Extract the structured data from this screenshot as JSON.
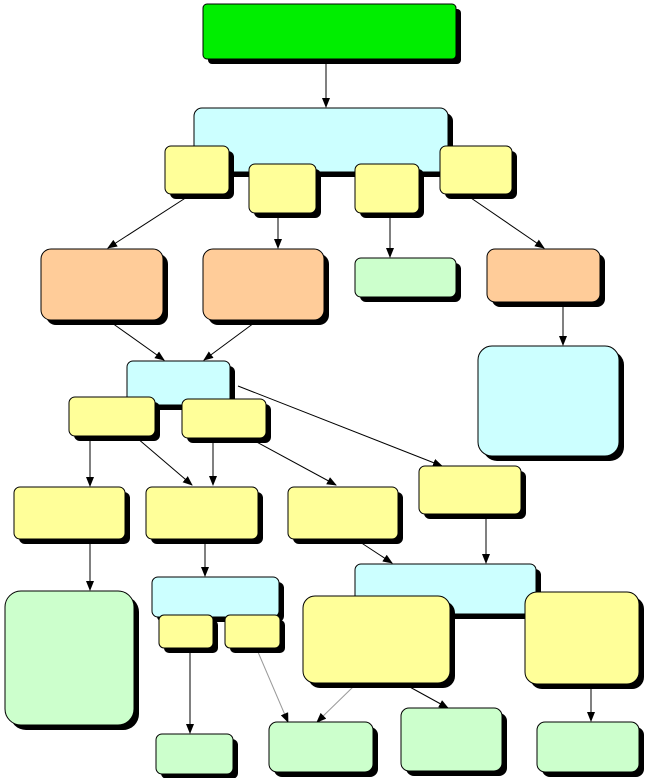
{
  "diagram": {
    "title": "",
    "colors": {
      "green": "#00ee00",
      "cyan": "#ccffff",
      "yellow": "#ffff99",
      "orange": "#ffcc99",
      "lightgreen": "#ccffcc",
      "border": "#000000",
      "shadow": "#000000",
      "connector": "#000000"
    },
    "nodes": [
      {
        "id": "root",
        "color": "green",
        "label": ""
      },
      {
        "id": "hub-1",
        "color": "cyan",
        "label": ""
      },
      {
        "id": "hub-1-tab-1",
        "color": "yellow",
        "label": ""
      },
      {
        "id": "hub-1-tab-2",
        "color": "yellow",
        "label": ""
      },
      {
        "id": "hub-1-tab-3",
        "color": "yellow",
        "label": ""
      },
      {
        "id": "hub-1-tab-4",
        "color": "yellow",
        "label": ""
      },
      {
        "id": "box-orange-1",
        "color": "orange",
        "label": ""
      },
      {
        "id": "box-orange-2",
        "color": "orange",
        "label": ""
      },
      {
        "id": "box-green-1",
        "color": "lightgreen",
        "label": ""
      },
      {
        "id": "box-orange-3",
        "color": "orange",
        "label": ""
      },
      {
        "id": "box-cyan-right",
        "color": "cyan",
        "label": ""
      },
      {
        "id": "hub-2",
        "color": "cyan",
        "label": ""
      },
      {
        "id": "hub-2-tab-1",
        "color": "yellow",
        "label": ""
      },
      {
        "id": "hub-2-tab-2",
        "color": "yellow",
        "label": ""
      },
      {
        "id": "box-yellow-right",
        "color": "yellow",
        "label": ""
      },
      {
        "id": "box-yellow-1",
        "color": "yellow",
        "label": ""
      },
      {
        "id": "box-yellow-2",
        "color": "yellow",
        "label": ""
      },
      {
        "id": "box-yellow-3",
        "color": "yellow",
        "label": ""
      },
      {
        "id": "box-green-tall",
        "color": "lightgreen",
        "label": ""
      },
      {
        "id": "hub-3",
        "color": "cyan",
        "label": ""
      },
      {
        "id": "hub-3-tab-1",
        "color": "yellow",
        "label": ""
      },
      {
        "id": "hub-3-tab-2",
        "color": "yellow",
        "label": ""
      },
      {
        "id": "hub-4",
        "color": "cyan",
        "label": ""
      },
      {
        "id": "box-yellow-big-1",
        "color": "yellow",
        "label": ""
      },
      {
        "id": "box-yellow-big-2",
        "color": "yellow",
        "label": ""
      },
      {
        "id": "box-green-bottom-1",
        "color": "lightgreen",
        "label": ""
      },
      {
        "id": "box-green-bottom-2",
        "color": "lightgreen",
        "label": ""
      },
      {
        "id": "box-green-bottom-3",
        "color": "lightgreen",
        "label": ""
      },
      {
        "id": "box-green-bottom-4",
        "color": "lightgreen",
        "label": ""
      }
    ],
    "edges": [
      {
        "from": "root",
        "to": "hub-1"
      },
      {
        "from": "hub-1-tab-1",
        "to": "box-orange-1"
      },
      {
        "from": "hub-1-tab-2",
        "to": "box-orange-2"
      },
      {
        "from": "hub-1-tab-3",
        "to": "box-green-1"
      },
      {
        "from": "hub-1-tab-4",
        "to": "box-orange-3"
      },
      {
        "from": "box-orange-1",
        "to": "hub-2"
      },
      {
        "from": "box-orange-2",
        "to": "hub-2"
      },
      {
        "from": "box-orange-3",
        "to": "box-cyan-right"
      },
      {
        "from": "hub-2",
        "to": "box-yellow-right"
      },
      {
        "from": "hub-2-tab-1",
        "to": "box-yellow-1"
      },
      {
        "from": "hub-2-tab-1",
        "to": "box-yellow-2"
      },
      {
        "from": "hub-2-tab-2",
        "to": "box-yellow-2"
      },
      {
        "from": "hub-2-tab-2",
        "to": "box-yellow-3"
      },
      {
        "from": "box-yellow-1",
        "to": "box-green-tall"
      },
      {
        "from": "box-yellow-2",
        "to": "hub-3"
      },
      {
        "from": "box-yellow-3",
        "to": "hub-4"
      },
      {
        "from": "box-yellow-right",
        "to": "hub-4"
      },
      {
        "from": "hub-3-tab-1",
        "to": "box-green-bottom-1"
      },
      {
        "from": "hub-3-tab-2",
        "to": "box-green-bottom-2"
      },
      {
        "from": "box-yellow-big-1",
        "to": "box-green-bottom-2"
      },
      {
        "from": "box-yellow-big-1",
        "to": "box-green-bottom-3"
      },
      {
        "from": "box-yellow-big-2",
        "to": "box-green-bottom-4"
      }
    ]
  }
}
